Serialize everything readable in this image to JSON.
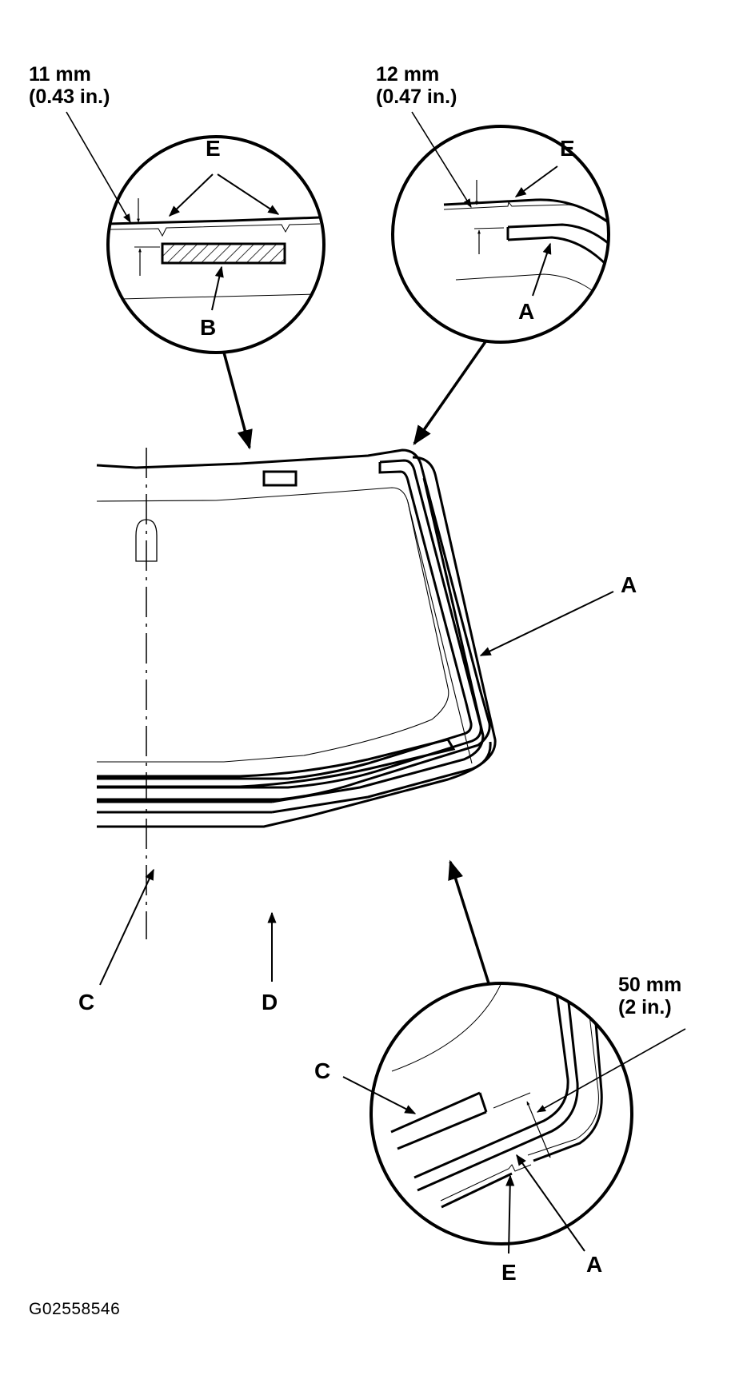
{
  "diagram": {
    "type": "technical-illustration",
    "subject": "windshield adhesive / dam placement",
    "figure_id": "G02558546",
    "colors": {
      "ink": "#000000",
      "background": "#ffffff"
    },
    "callouts": {
      "top_left": {
        "dimension_mm": "11 mm",
        "dimension_in": "(0.43 in.)",
        "labels": {
          "e": "E",
          "b": "B"
        }
      },
      "top_right": {
        "dimension_mm": "12 mm",
        "dimension_in": "(0.47 in.)",
        "labels": {
          "e": "E",
          "a": "A"
        }
      },
      "bottom_right": {
        "dimension_mm": "50 mm",
        "dimension_in": "(2 in.)",
        "labels": {
          "c": "C",
          "e": "E",
          "a": "A"
        }
      }
    },
    "main_labels": {
      "a": "A",
      "c": "C",
      "d": "D"
    }
  }
}
